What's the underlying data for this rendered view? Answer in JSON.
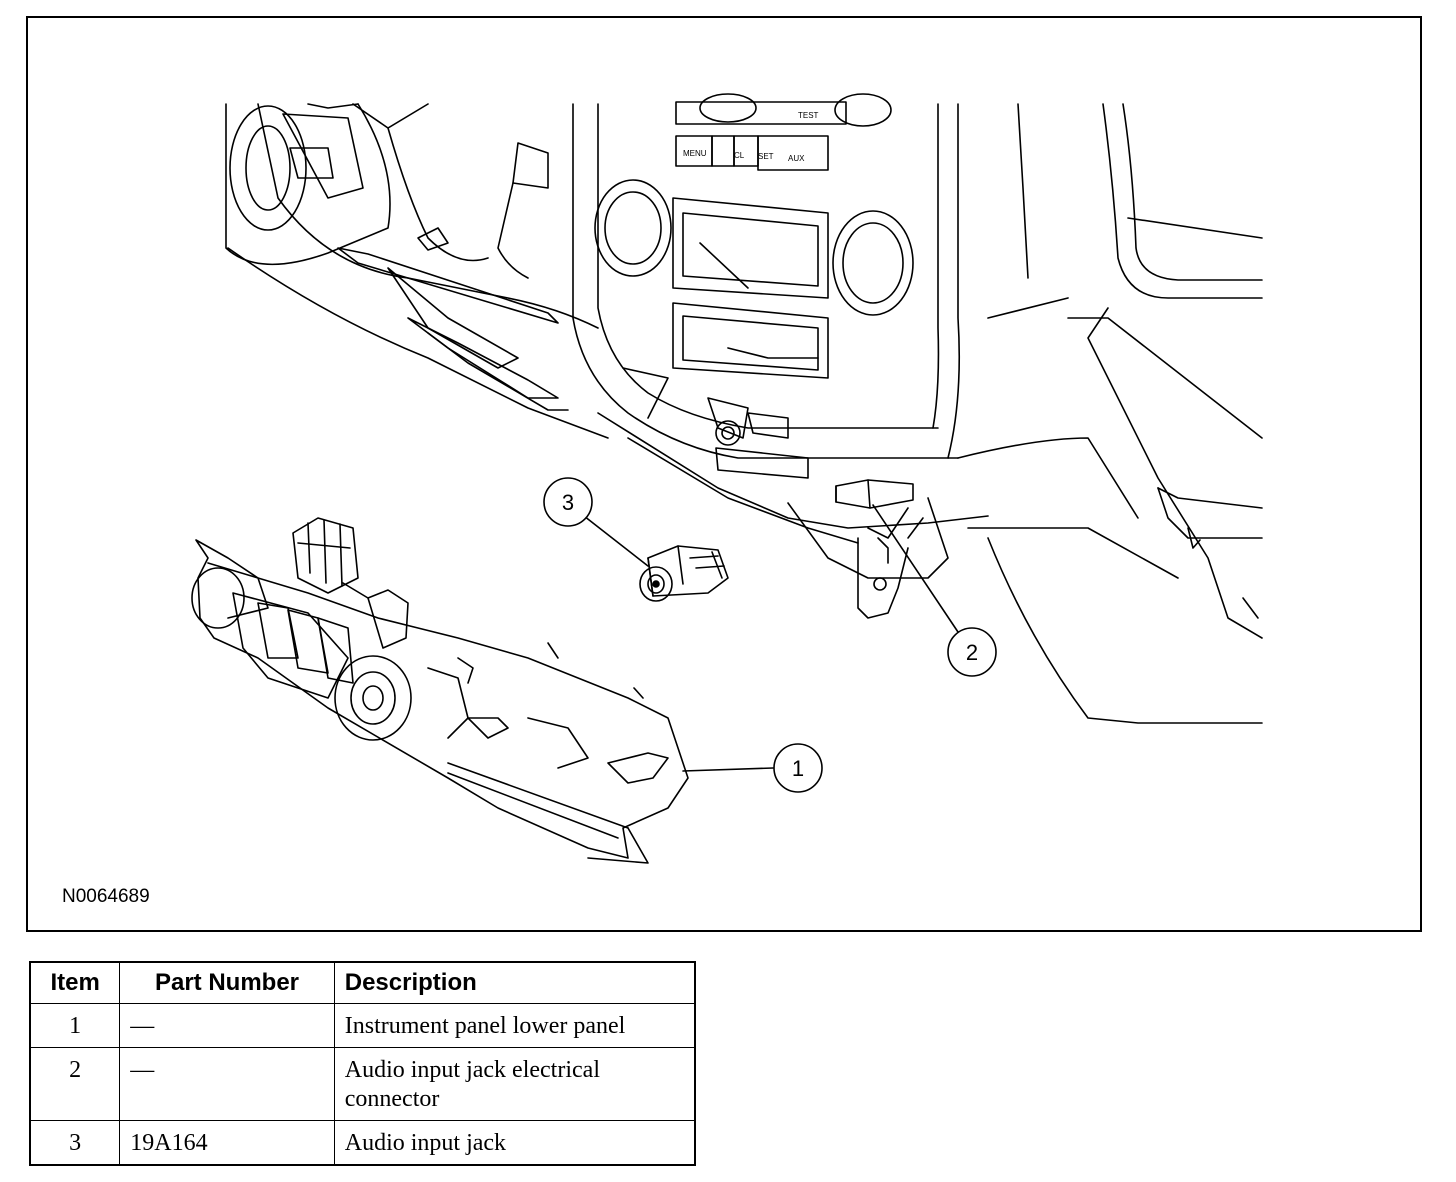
{
  "figure": {
    "id": "N0064689",
    "callouts": [
      {
        "number": "1"
      },
      {
        "number": "2"
      },
      {
        "number": "3"
      }
    ]
  },
  "table": {
    "headers": {
      "item": "Item",
      "part_number": "Part Number",
      "description": "Description"
    },
    "rows": [
      {
        "item": "1",
        "part_number": "—",
        "description": "Instrument panel lower panel"
      },
      {
        "item": "2",
        "part_number": "—",
        "description": "Audio input jack electrical connector"
      },
      {
        "item": "3",
        "part_number": "19A164",
        "description": "Audio input jack"
      }
    ]
  }
}
